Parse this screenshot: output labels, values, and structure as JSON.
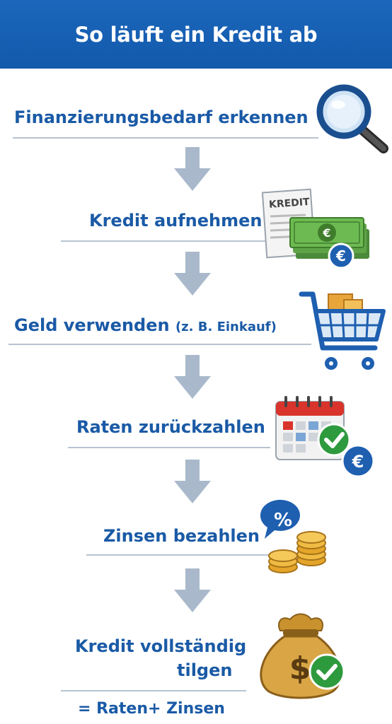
{
  "header": {
    "title": "So läuft ein Kredit ab"
  },
  "steps": [
    {
      "label": "Finanzierungsbedarf erkennen",
      "icon": "magnifier-icon"
    },
    {
      "label": "Kredit aufnehmen",
      "icon": "credit-document-money-icon",
      "doc_text": "KREDIT",
      "badge": "€",
      "bill_symbol": "€"
    },
    {
      "label": "Geld verwenden",
      "label_small": "(z. B. Einkauf)",
      "icon": "shopping-cart-icon"
    },
    {
      "label": "Raten zurückzahlen",
      "icon": "calendar-check-euro-icon",
      "badge": "€"
    },
    {
      "label": "Zinsen bezahlen",
      "icon": "percent-coins-icon",
      "bubble": "%"
    },
    {
      "label_line1": "Kredit vollständig",
      "label_line2": "tilgen",
      "icon": "money-bag-check-icon",
      "bag_symbol": "$"
    }
  ],
  "footer": {
    "text": "= Raten+ Zinsen"
  },
  "colors": {
    "header_bg": "#1c67bc",
    "text_blue": "#1a5aa6",
    "arrow": "#a9b9cb",
    "line": "#b8c3d1",
    "green": "#2e9a3e",
    "gold": "#e4a52a",
    "badge_blue": "#1e5fb0"
  }
}
